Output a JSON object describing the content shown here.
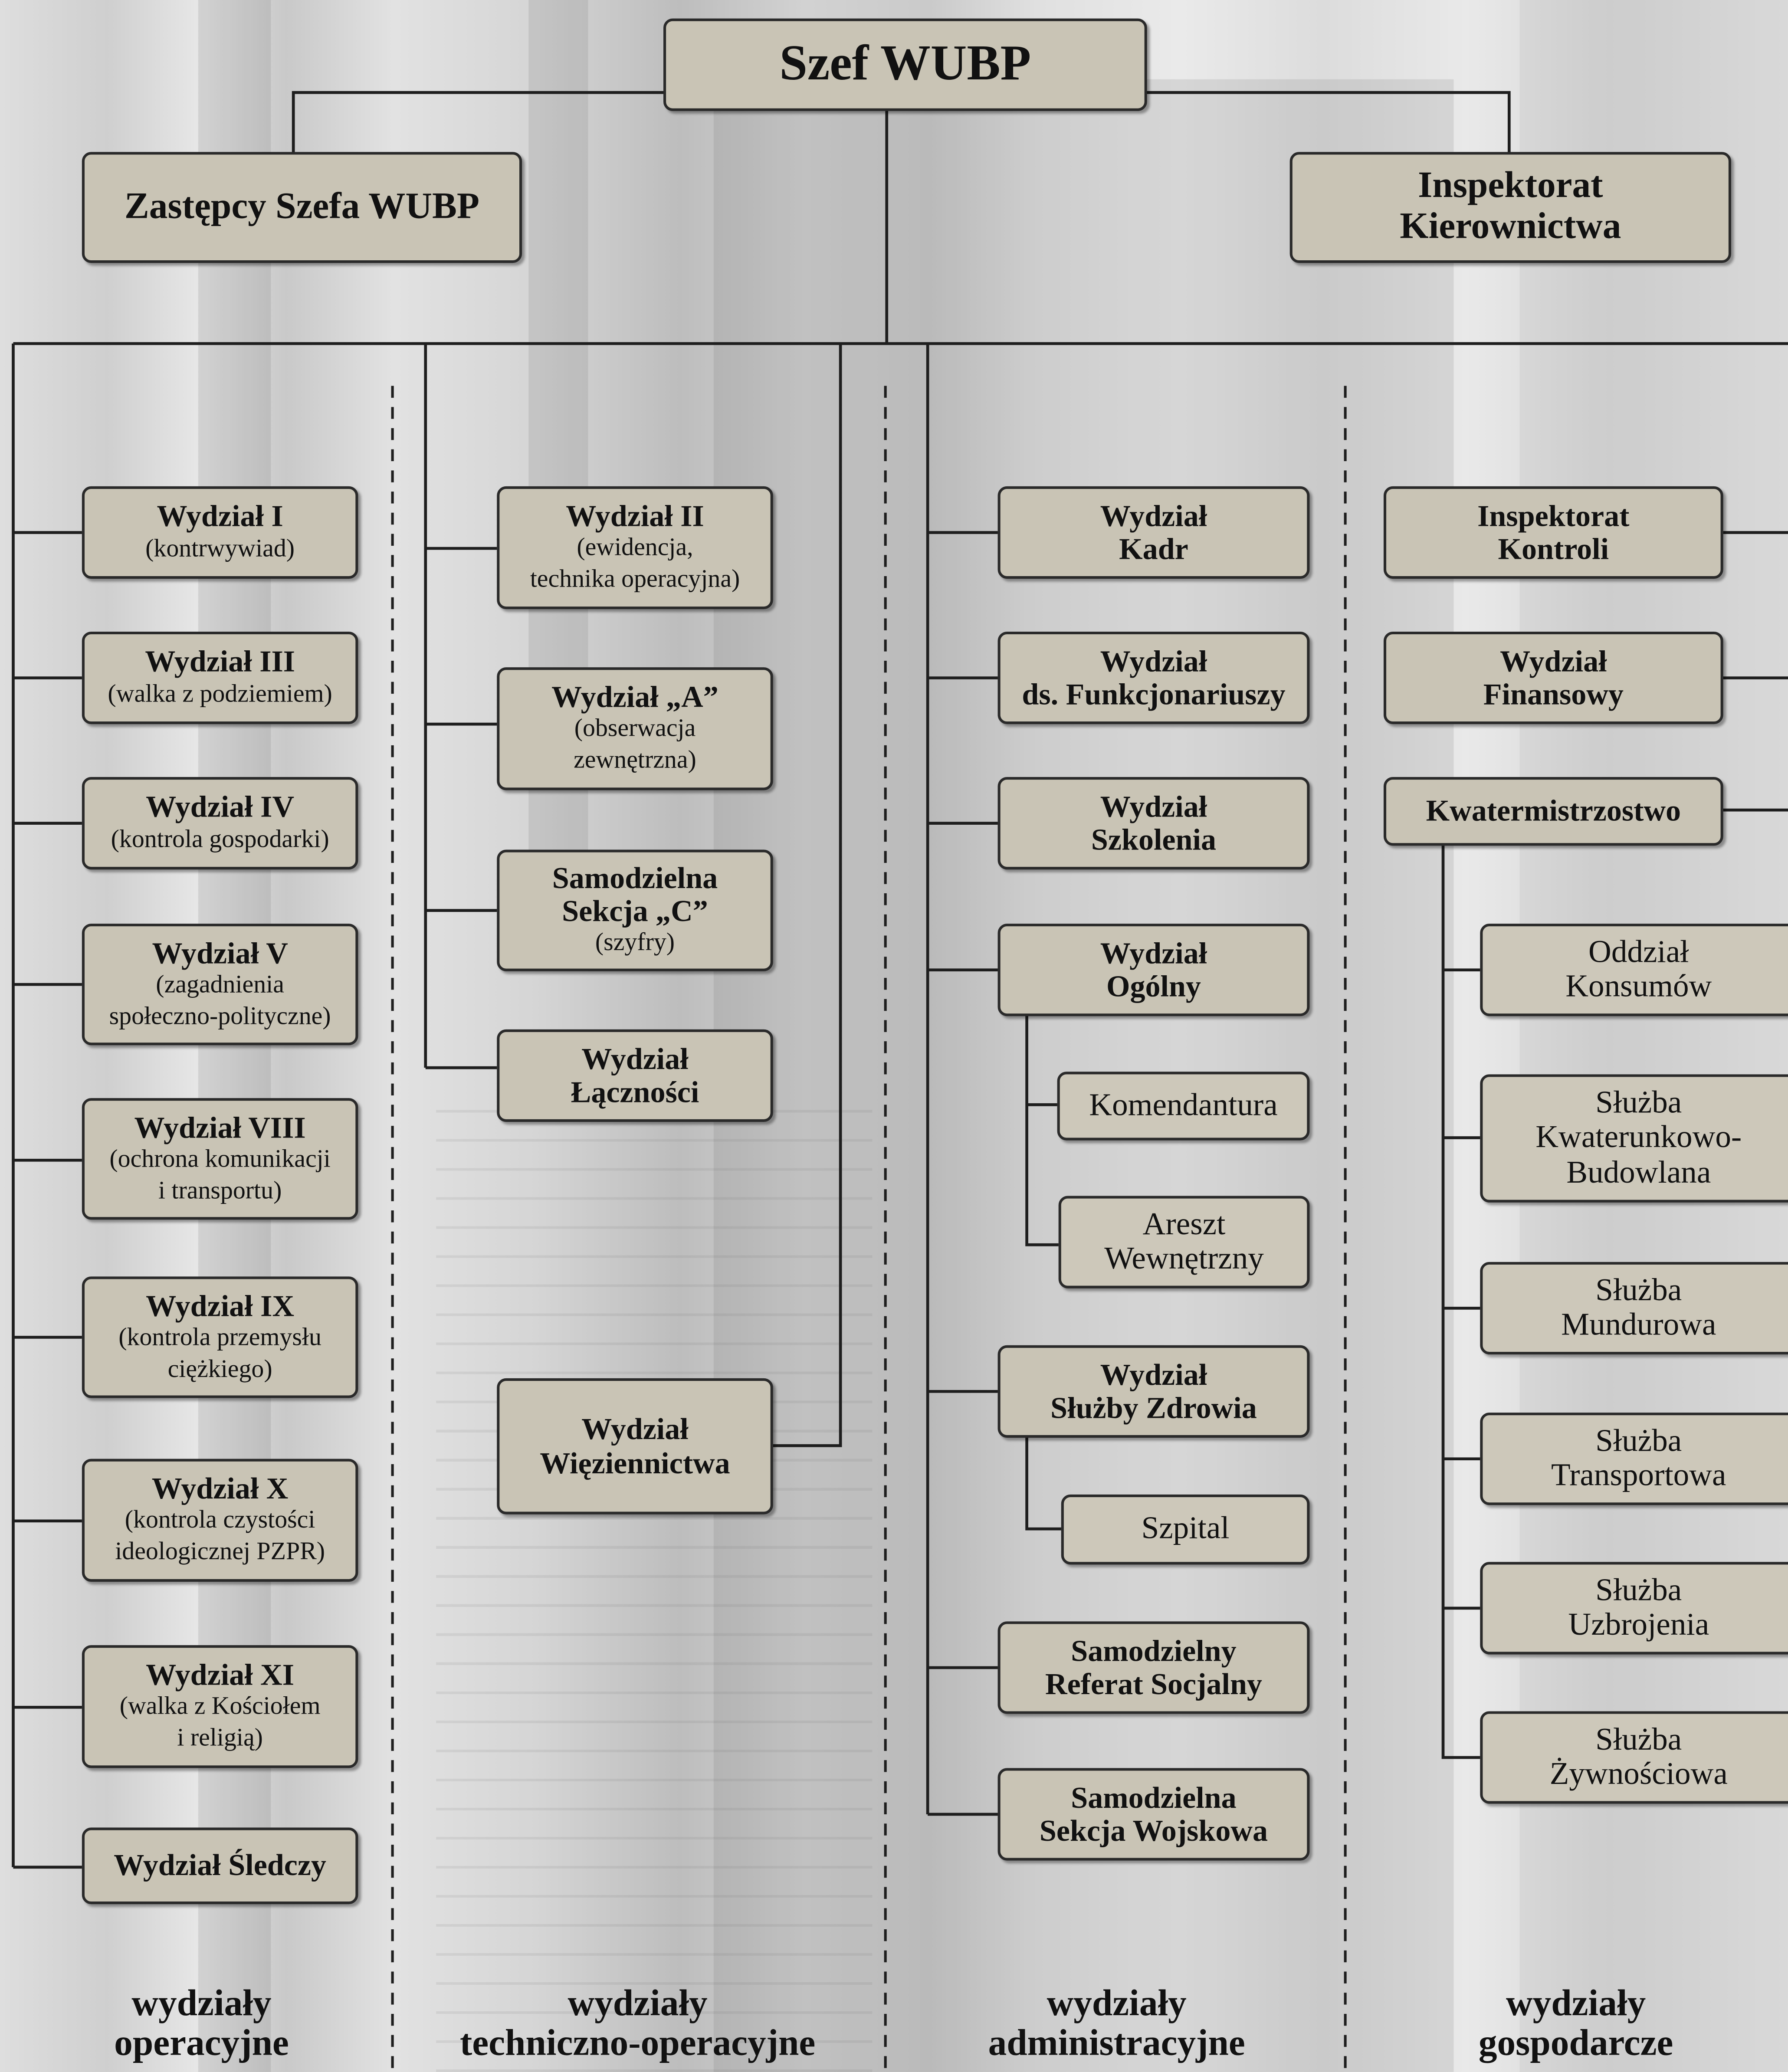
{
  "chief": "Szef WUBP",
  "deputies": "Zastępcy Szefa WUBP",
  "inspectorate": {
    "line1": "Inspektorat",
    "line2": "Kierownictwa"
  },
  "operational": {
    "w1": {
      "title": "Wydział I",
      "sub": "(kontrwywiad)"
    },
    "w3": {
      "title": "Wydział III",
      "sub": "(walka z podziemiem)"
    },
    "w4": {
      "title": "Wydział IV",
      "sub": "(kontrola gospodarki)"
    },
    "w5": {
      "title": "Wydział V",
      "sub1": "(zagadnienia",
      "sub2": "społeczno-polityczne)"
    },
    "w8": {
      "title": "Wydział VIII",
      "sub1": "(ochrona komunikacji",
      "sub2": "i transportu)"
    },
    "w9": {
      "title": "Wydział IX",
      "sub1": "(kontrola przemysłu",
      "sub2": "ciężkiego)"
    },
    "w10": {
      "title": "Wydział X",
      "sub1": "(kontrola czystości",
      "sub2": "ideologicznej PZPR)"
    },
    "w11": {
      "title": "Wydział XI",
      "sub1": "(walka z Kościołem",
      "sub2": "i religią)"
    },
    "ws": {
      "title": "Wydział Śledczy"
    },
    "label1": "wydziały",
    "label2": "operacyjne"
  },
  "technical": {
    "w2": {
      "title": "Wydział II",
      "sub1": "(ewidencja,",
      "sub2": "technika operacyjna)"
    },
    "wa": {
      "title": "Wydział „A”",
      "sub1": "(obserwacja",
      "sub2": "zewnętrzna)"
    },
    "sc": {
      "line1": "Samodzielna",
      "line2": "Sekcja „C”",
      "sub": "(szyfry)"
    },
    "wl": {
      "line1": "Wydział",
      "line2": "Łączności"
    },
    "wp": {
      "line1": "Wydział",
      "line2": "Więziennictwa"
    },
    "label1": "wydziały",
    "label2": "techniczno-operacyjne"
  },
  "administrative": {
    "kadr": {
      "line1": "Wydział",
      "line2": "Kadr"
    },
    "funk": {
      "line1": "Wydział",
      "line2": "ds. Funkcjonariuszy"
    },
    "szk": {
      "line1": "Wydział",
      "line2": "Szkolenia"
    },
    "ogol": {
      "line1": "Wydział",
      "line2": "Ogólny"
    },
    "kom": "Komendantura",
    "ar": {
      "line1": "Areszt",
      "line2": "Wewnętrzny"
    },
    "zdr": {
      "line1": "Wydział",
      "line2": "Służby Zdrowia"
    },
    "szp": "Szpital",
    "soc": {
      "line1": "Samodzielny",
      "line2": "Referat Socjalny"
    },
    "wojs": {
      "line1": "Samodzielna",
      "line2": "Sekcja Wojskowa"
    },
    "label1": "wydziały",
    "label2": "administracyjne"
  },
  "economic": {
    "kontr": {
      "line1": "Inspektorat",
      "line2": "Kontroli"
    },
    "fin": {
      "line1": "Wydział",
      "line2": "Finansowy"
    },
    "kwat": "Kwatermistrzostwo",
    "kons": {
      "line1": "Oddział",
      "line2": "Konsumów"
    },
    "kb": {
      "line1": "Służba",
      "line2": "Kwaterunkowo-",
      "line3": "Budowlana"
    },
    "mund": {
      "line1": "Służba",
      "line2": "Mundurowa"
    },
    "trans": {
      "line1": "Służba",
      "line2": "Transportowa"
    },
    "uzbr": {
      "line1": "Służba",
      "line2": "Uzbrojenia"
    },
    "zyw": {
      "line1": "Służba",
      "line2": "Żywnościowa"
    },
    "label1": "wydziały",
    "label2": "gospodarcze"
  }
}
